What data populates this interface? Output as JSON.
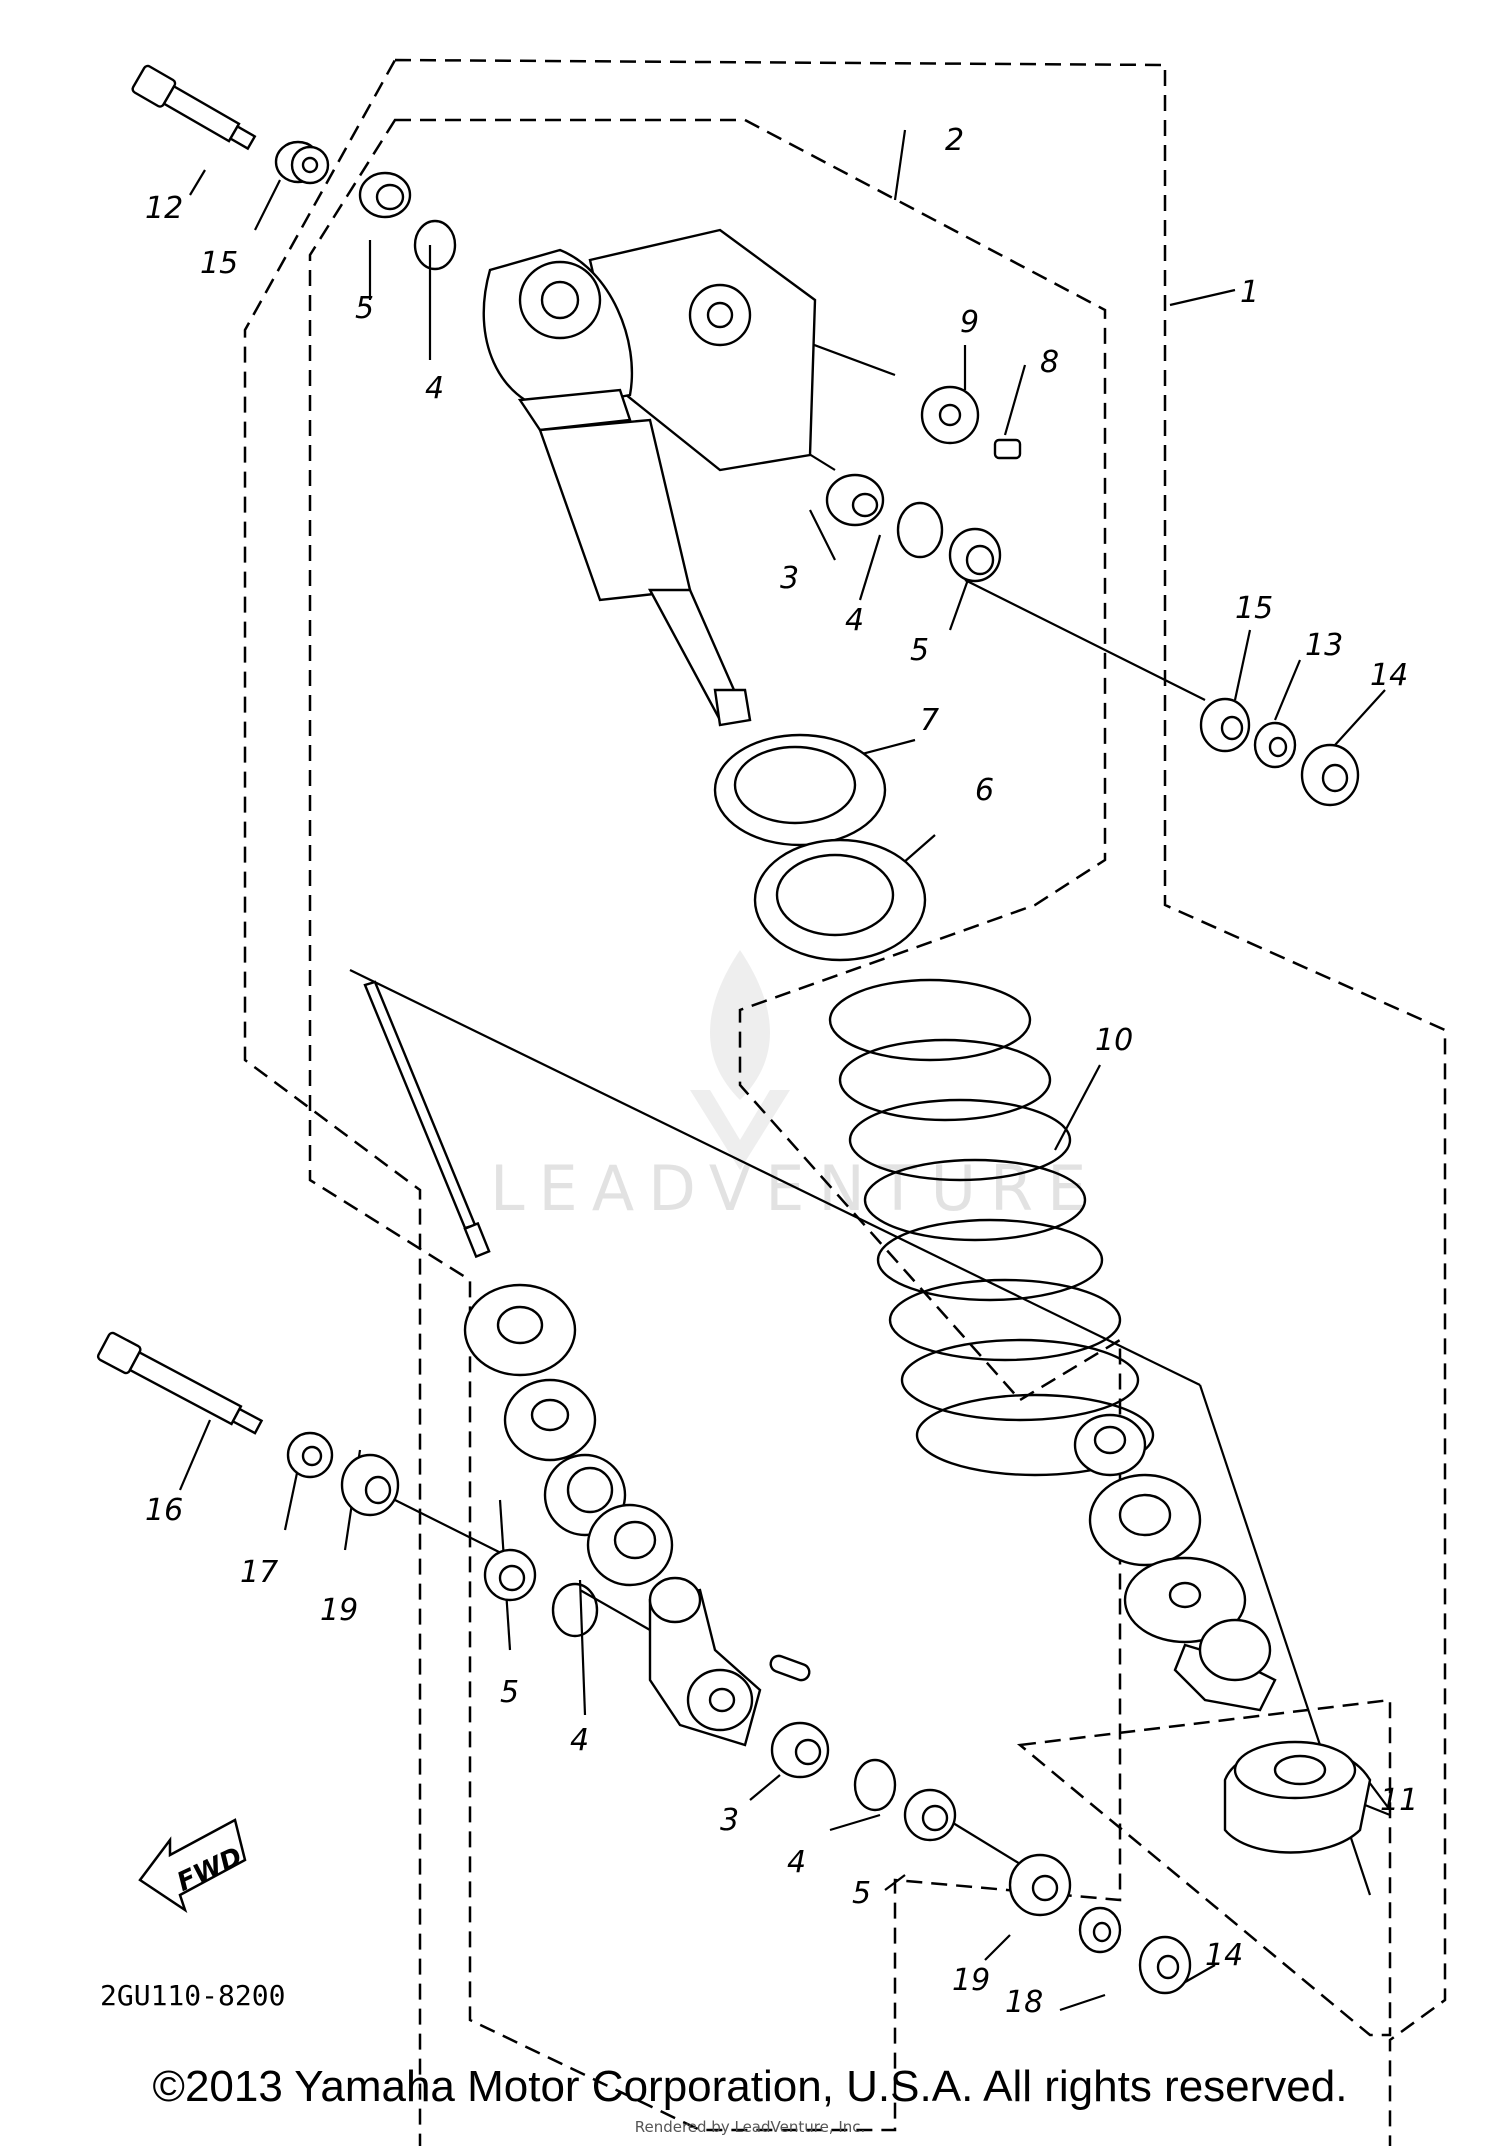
{
  "callouts": {
    "p1": "1",
    "p2": "2",
    "p3a": "3",
    "p3b": "3",
    "p4a": "4",
    "p4b": "4",
    "p4c": "4",
    "p4d": "4",
    "p5a": "5",
    "p5b": "5",
    "p5c": "5",
    "p5d": "5",
    "p6": "6",
    "p7": "7",
    "p8": "8",
    "p9": "9",
    "p10": "10",
    "p11": "11",
    "p12": "12",
    "p13": "13",
    "p14a": "14",
    "p14b": "14",
    "p15a": "15",
    "p15b": "15",
    "p16": "16",
    "p17": "17",
    "p18": "18",
    "p19a": "19",
    "p19b": "19"
  },
  "diagram_code": "2GU110-8200",
  "fwd_label": "FWD",
  "watermark": "LEADVENTURE",
  "copyright": "©2013 Yamaha Motor Corporation, U.S.A. All rights reserved.",
  "rendered_by": "Rendered by LeadVenture, Inc."
}
